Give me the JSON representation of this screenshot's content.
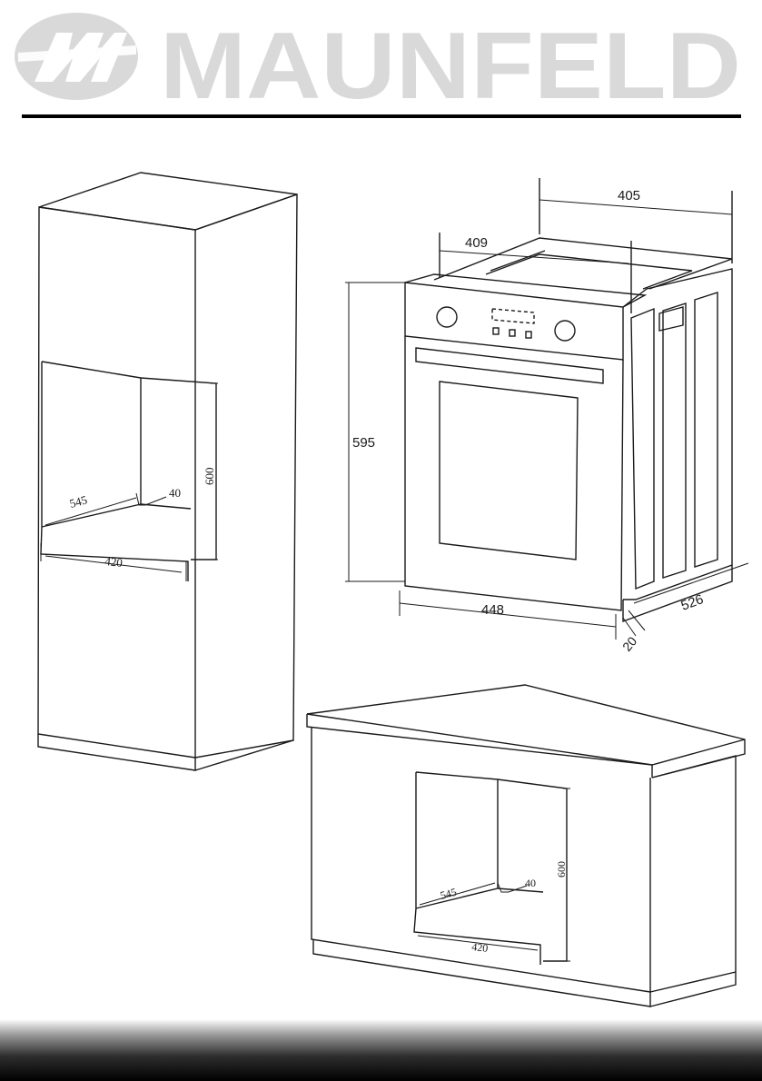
{
  "brand": {
    "name": "MAUNFELD",
    "logo_icon": "maunfeld-m-emblem-icon",
    "color": "#d9d9d9"
  },
  "column_cabinet": {
    "depth": "545",
    "gap": "40",
    "height": "600",
    "width": "420"
  },
  "oven": {
    "top_width": "405",
    "top_depth": "409",
    "height": "595",
    "front_width": "448",
    "depth": "526",
    "panel_offset": "20"
  },
  "base_cabinet": {
    "depth": "545",
    "gap": "40",
    "height": "600",
    "width": "420"
  }
}
